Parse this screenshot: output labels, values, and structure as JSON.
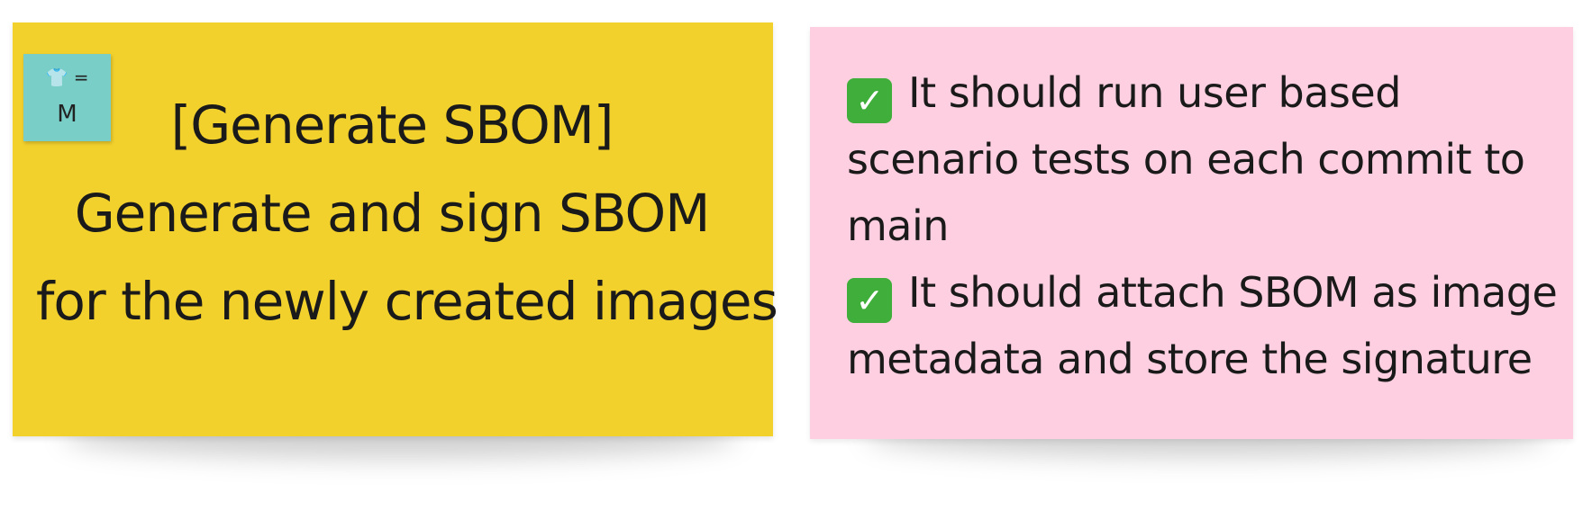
{
  "story_note": {
    "size_tag": {
      "icon": "shirt-icon",
      "equals": "=",
      "size": "M"
    },
    "lines": [
      "[Generate SBOM]",
      "Generate and sign SBOM",
      "for the newly created images"
    ],
    "color": "#f3d12d"
  },
  "criteria_note": {
    "color": "#fecfe0",
    "items": [
      {
        "icon": "check-mark-icon",
        "lines": [
          "It should run user based",
          "scenario tests on each commit to",
          "main"
        ]
      },
      {
        "icon": "check-mark-icon",
        "lines": [
          "It should attach SBOM as image",
          "metadata and store the signature"
        ]
      }
    ]
  }
}
